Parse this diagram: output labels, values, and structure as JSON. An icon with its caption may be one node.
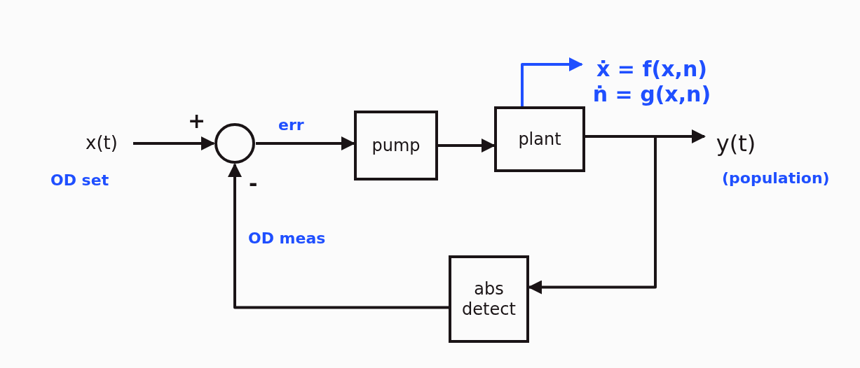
{
  "diagram": {
    "nodes": [
      {
        "text": [
          "x(t)"
        ],
        "beside": [
          "OD set"
        ]
      },
      {
        "text": [],
        "shape": "circle"
      },
      {
        "text": [
          "pump"
        ]
      },
      {
        "text": [
          "plant"
        ]
      },
      {
        "text": [
          "ẋ = f(x,n)",
          "ṅ = g(x,n)"
        ]
      },
      {
        "text": [
          "y(t)"
        ],
        "beside": [
          "(population)"
        ]
      },
      {
        "text": [
          "abs detect"
        ]
      }
    ],
    "edges": [
      {
        "from": 0,
        "to": 1,
        "arrow": "to"
      },
      {
        "from": 1,
        "to": 2,
        "arrow": "to",
        "label": "err"
      },
      {
        "from": 2,
        "to": 3,
        "arrow": "to"
      },
      {
        "from": 3,
        "to": 5,
        "arrow": "to"
      },
      {
        "from": 3,
        "to": 6,
        "arrow": "to"
      },
      {
        "from": 6,
        "to": 1,
        "arrow": "to",
        "label": "OD meas"
      },
      {
        "from": 3,
        "to": 4,
        "arrow": "to",
        "color": "#1f4fff"
      }
    ],
    "labels": [
      "+",
      "-"
    ]
  }
}
